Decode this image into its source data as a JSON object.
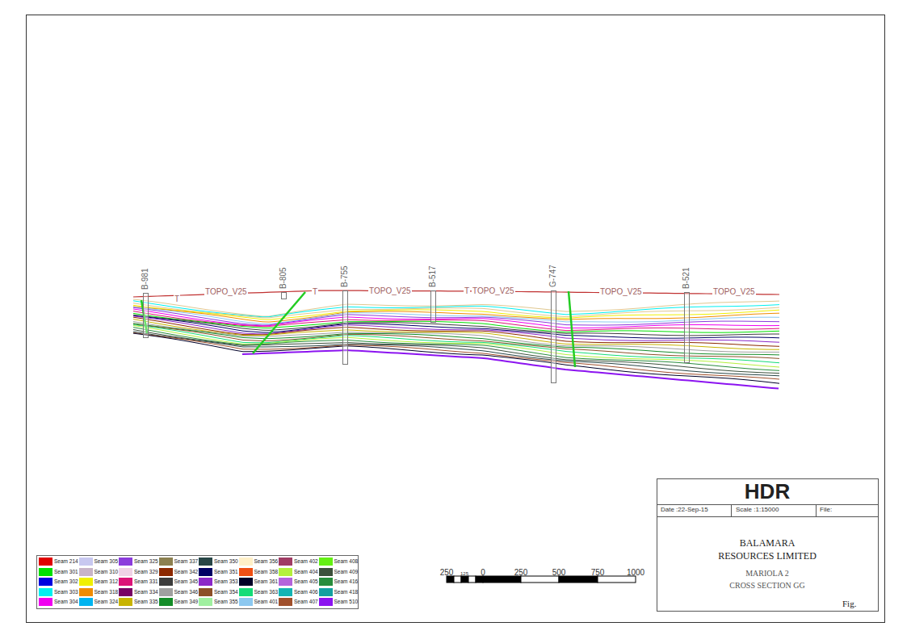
{
  "diagram": {
    "nodes": [
      {
        "text": [
          "B-981"
        ]
      },
      {
        "text": [
          "B-805"
        ]
      },
      {
        "text": [
          "B-755"
        ]
      },
      {
        "text": [
          "B-517"
        ]
      },
      {
        "text": [
          "G-747"
        ]
      },
      {
        "text": [
          "B-521"
        ]
      }
    ],
    "labels": [
      "T",
      "TOPO_V25",
      "T",
      "TOPO_V25",
      "T",
      "TOPO_V25",
      "TOPO_V25",
      "TOPO_V25",
      "250",
      "125",
      "0",
      "250",
      "500",
      "750",
      "1000",
      "HDR",
      "Date :22-Sep-15",
      "Scale :1:15000",
      "File:",
      "BALAMARA",
      "RESOURCES LIMITED",
      "MARIOLA 2",
      "CROSS SECTION GG",
      "Fig."
    ],
    "legend": [
      {
        "text": "Seam 214",
        "color": "#e00000"
      },
      {
        "text": "Seam 301",
        "color": "#00e000"
      },
      {
        "text": "Seam 302",
        "color": "#0000e0"
      },
      {
        "text": "Seam 303",
        "color": "#00f0f0"
      },
      {
        "text": "Seam 304",
        "color": "#f000f0"
      },
      {
        "text": "Seam 305",
        "color": "#c8c8f0"
      },
      {
        "text": "Seam 310",
        "color": "#c8b4c8"
      },
      {
        "text": "Seam 312",
        "color": "#f0f000"
      },
      {
        "text": "Seam 318",
        "color": "#f08c00"
      },
      {
        "text": "Seam 324",
        "color": "#00b4f0"
      },
      {
        "text": "Seam 325",
        "color": "#8c3cdc"
      },
      {
        "text": "Seam 329",
        "color": "#f0d2e6"
      },
      {
        "text": "Seam 331",
        "color": "#dc1478"
      },
      {
        "text": "Seam 334",
        "color": "#780064"
      },
      {
        "text": "Seam 335",
        "color": "#c8b400"
      },
      {
        "text": "Seam 337",
        "color": "#8c8050"
      },
      {
        "text": "Seam 342",
        "color": "#8c2800"
      },
      {
        "text": "Seam 345",
        "color": "#3c3c3c"
      },
      {
        "text": "Seam 346",
        "color": "#a0a0a0"
      },
      {
        "text": "Seam 349",
        "color": "#148c28"
      },
      {
        "text": "Seam 350",
        "color": "#284646"
      },
      {
        "text": "Seam 351",
        "color": "#000064"
      },
      {
        "text": "Seam 353",
        "color": "#8c28c8"
      },
      {
        "text": "Seam 354",
        "color": "#8c5028"
      },
      {
        "text": "Seam 355",
        "color": "#a0f0a0"
      },
      {
        "text": "Seam 356",
        "color": "#fff0c8"
      },
      {
        "text": "Seam 358",
        "color": "#f05014"
      },
      {
        "text": "Seam 361",
        "color": "#000028"
      },
      {
        "text": "Seam 363",
        "color": "#14dc78"
      },
      {
        "text": "Seam 401",
        "color": "#8cc8f0"
      },
      {
        "text": "Seam 402",
        "color": "#a03c64"
      },
      {
        "text": "Seam 404",
        "color": "#b4f03c"
      },
      {
        "text": "Seam 405",
        "color": "#b464dc"
      },
      {
        "text": "Seam 406",
        "color": "#14b4b4"
      },
      {
        "text": "Seam 407",
        "color": "#a0502c"
      },
      {
        "text": "Seam 408",
        "color": "#64f014"
      },
      {
        "text": "Seam 409",
        "color": "#3c503c"
      },
      {
        "text": "Seam 416",
        "color": "#288c3c"
      },
      {
        "text": "Seam 418",
        "color": "#14a0a0"
      },
      {
        "text": "Seam 510",
        "color": "#8c14f0"
      }
    ]
  }
}
